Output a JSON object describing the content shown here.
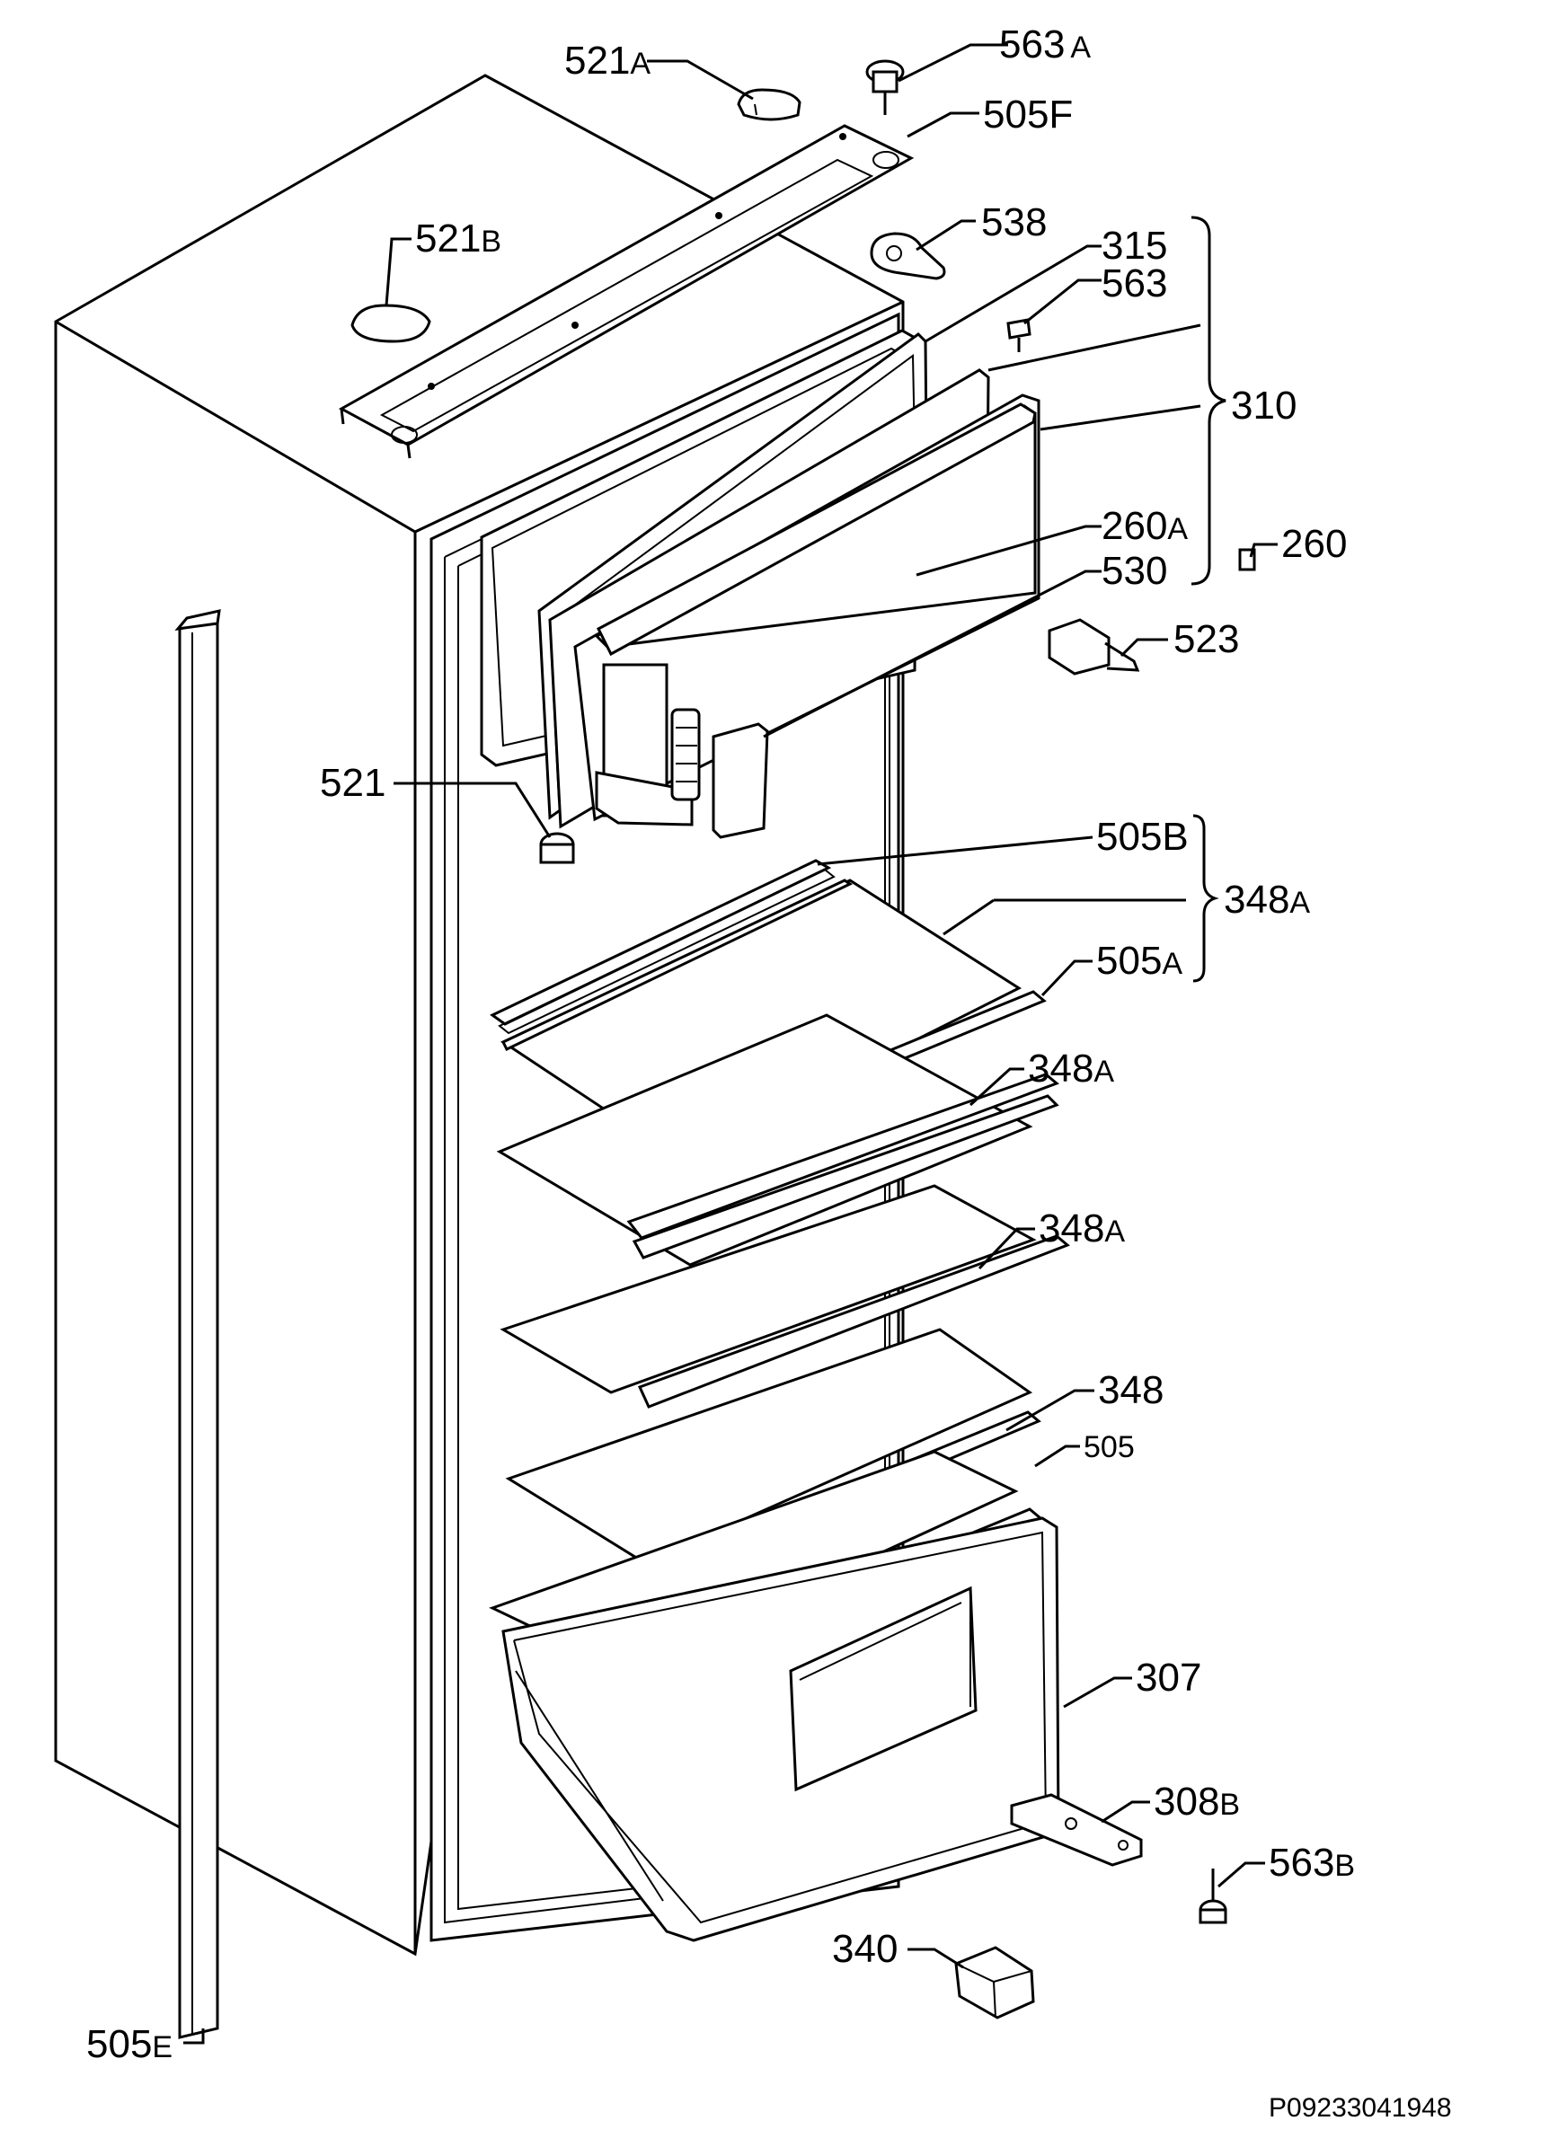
{
  "diagram": {
    "drawing_code": "P09233041948",
    "callouts": {
      "c521A": {
        "num": "521",
        "sfx": "A"
      },
      "c563A": {
        "num": "563",
        "sfx": "A"
      },
      "c505F": {
        "num": "505F",
        "sfx": ""
      },
      "c521B": {
        "num": "521",
        "sfx": "B"
      },
      "c538": {
        "num": "538",
        "sfx": ""
      },
      "c315": {
        "num": "315",
        "sfx": ""
      },
      "c563": {
        "num": "563",
        "sfx": ""
      },
      "c310": {
        "num": "310",
        "sfx": ""
      },
      "c260A": {
        "num": "260",
        "sfx": "A"
      },
      "c260": {
        "num": "260",
        "sfx": ""
      },
      "c530": {
        "num": "530",
        "sfx": ""
      },
      "c523": {
        "num": "523",
        "sfx": ""
      },
      "c521": {
        "num": "521",
        "sfx": ""
      },
      "c505B": {
        "num": "505B",
        "sfx": ""
      },
      "c348A0": {
        "num": "348",
        "sfx": "A"
      },
      "c505A": {
        "num": "505",
        "sfx": "A"
      },
      "c348A1": {
        "num": "348",
        "sfx": "A"
      },
      "c348A2": {
        "num": "348",
        "sfx": "A"
      },
      "c348": {
        "num": "348",
        "sfx": ""
      },
      "c505": {
        "num": "505",
        "sfx": ""
      },
      "c307": {
        "num": "307",
        "sfx": ""
      },
      "c308B": {
        "num": "308",
        "sfx": "B"
      },
      "c563B": {
        "num": "563",
        "sfx": "B"
      },
      "c340": {
        "num": "340",
        "sfx": ""
      },
      "c505E": {
        "num": "505",
        "sfx": "E"
      }
    }
  }
}
